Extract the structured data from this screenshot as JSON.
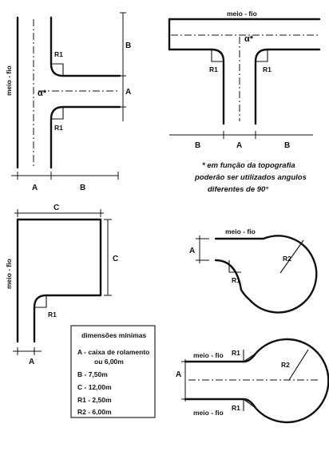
{
  "labels": {
    "meio_fio": "meio - fio",
    "meio_fio_b": "meio - fio",
    "meio_fio_c": "meio - fio",
    "meio_fio_d": "meio - fio",
    "meio_fio_e": "meio - fio",
    "meio_fio_f": "meio - fio",
    "alpha": "α*",
    "r1": "R1",
    "r2": "R2",
    "a": "A",
    "b": "B",
    "c": "C"
  },
  "note": {
    "line1": "* em função da topografia",
    "line2": "poderão ser utilizados angulos",
    "line3": "diferentes de 90°"
  },
  "legend": {
    "title": "dimensões mínimas",
    "item_a_1": "A - caixa de rolamento",
    "item_a_2": "ou 6,00m",
    "item_b": "B - 7,50m",
    "item_c": "C - 12,00m",
    "item_r1": "R1 - 2,50m",
    "item_r2": "R2 - 6,00m"
  }
}
